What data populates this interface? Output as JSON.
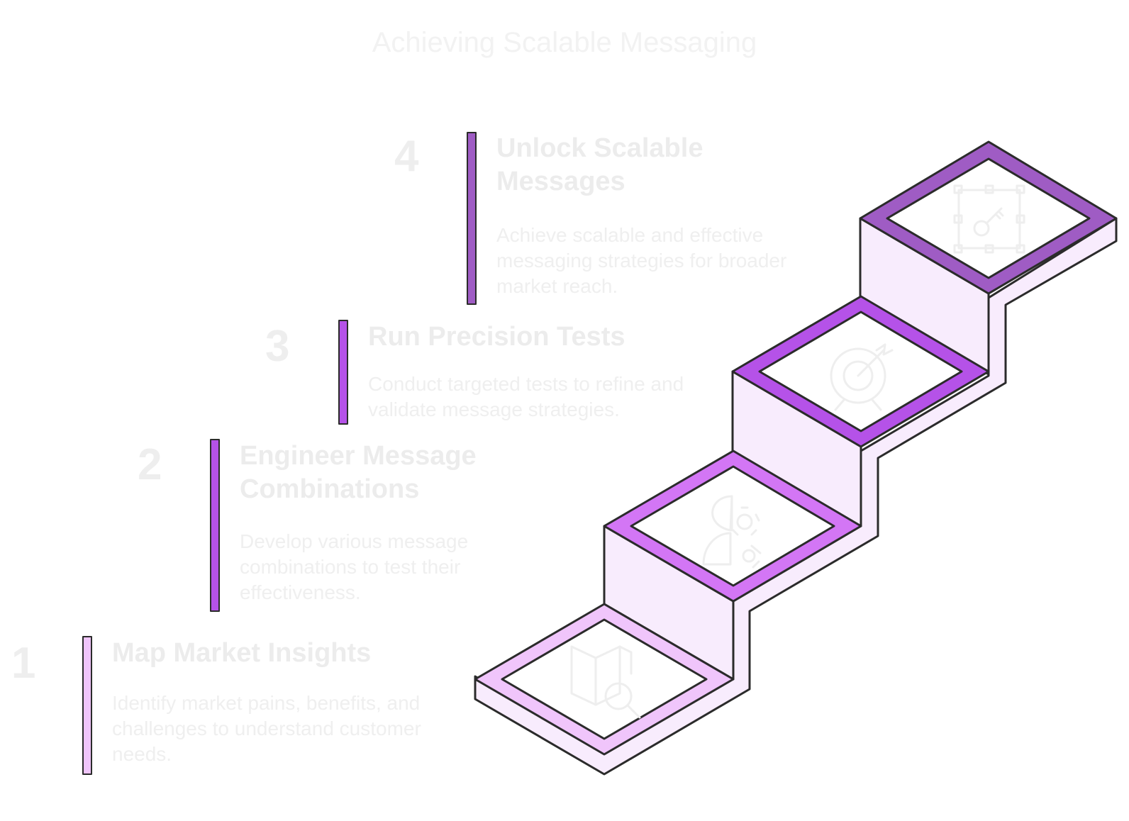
{
  "title": "Achieving Scalable Messaging",
  "colors": {
    "step1": "#f0c5fb",
    "step2": "#d376f5",
    "step3": "#b552e8",
    "step4": "#9f5cc4",
    "riser": "#f8ecfd",
    "outline": "#2b2b2b"
  },
  "steps": [
    {
      "number": "1",
      "heading": "Map Market Insights",
      "description": "Identify market pains, benefits, and challenges to understand customer needs.",
      "icon": "map-search-icon"
    },
    {
      "number": "2",
      "heading": "Engineer Message Combinations",
      "description": "Develop various message combinations to test their effectiveness.",
      "icon": "brain-gear-icon"
    },
    {
      "number": "3",
      "heading": "Run Precision Tests",
      "description": "Conduct targeted tests to refine and validate message strategies.",
      "icon": "target-icon"
    },
    {
      "number": "4",
      "heading": "Unlock Scalable Messages",
      "description": "Achieve scalable and effective messaging strategies for broader market reach.",
      "icon": "key-icon"
    }
  ]
}
